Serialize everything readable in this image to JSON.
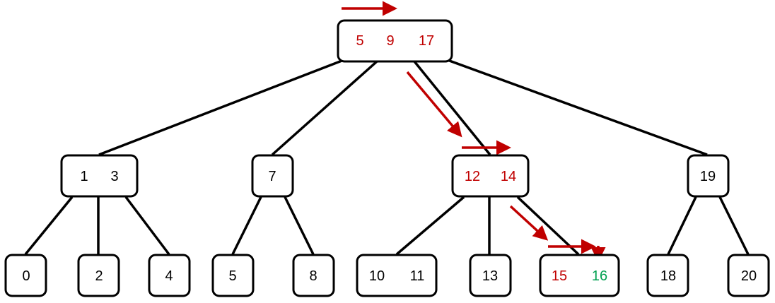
{
  "colors": {
    "default_key": "#000000",
    "visited_key": "#c00000",
    "found_key": "#00a050",
    "arrow": "#c00000"
  },
  "tree": {
    "root": {
      "keys": [
        "5",
        "9",
        "17"
      ],
      "key_state": [
        "visited",
        "visited",
        "visited"
      ]
    },
    "level1": [
      {
        "keys": [
          "1",
          "3"
        ],
        "key_state": [
          "default",
          "default"
        ]
      },
      {
        "keys": [
          "7"
        ],
        "key_state": [
          "default"
        ]
      },
      {
        "keys": [
          "12",
          "14"
        ],
        "key_state": [
          "visited",
          "visited"
        ]
      },
      {
        "keys": [
          "19"
        ],
        "key_state": [
          "default"
        ]
      }
    ],
    "leaves": [
      {
        "keys": [
          "0"
        ],
        "key_state": [
          "default"
        ]
      },
      {
        "keys": [
          "2"
        ],
        "key_state": [
          "default"
        ]
      },
      {
        "keys": [
          "4"
        ],
        "key_state": [
          "default"
        ]
      },
      {
        "keys": [
          "5"
        ],
        "key_state": [
          "default"
        ]
      },
      {
        "keys": [
          "8"
        ],
        "key_state": [
          "default"
        ]
      },
      {
        "keys": [
          "10",
          "11"
        ],
        "key_state": [
          "default",
          "default"
        ]
      },
      {
        "keys": [
          "13"
        ],
        "key_state": [
          "default"
        ]
      },
      {
        "keys": [
          "15",
          "16"
        ],
        "key_state": [
          "visited",
          "found"
        ]
      },
      {
        "keys": [
          "18"
        ],
        "key_state": [
          "default"
        ]
      },
      {
        "keys": [
          "20"
        ],
        "key_state": [
          "default"
        ]
      }
    ]
  }
}
